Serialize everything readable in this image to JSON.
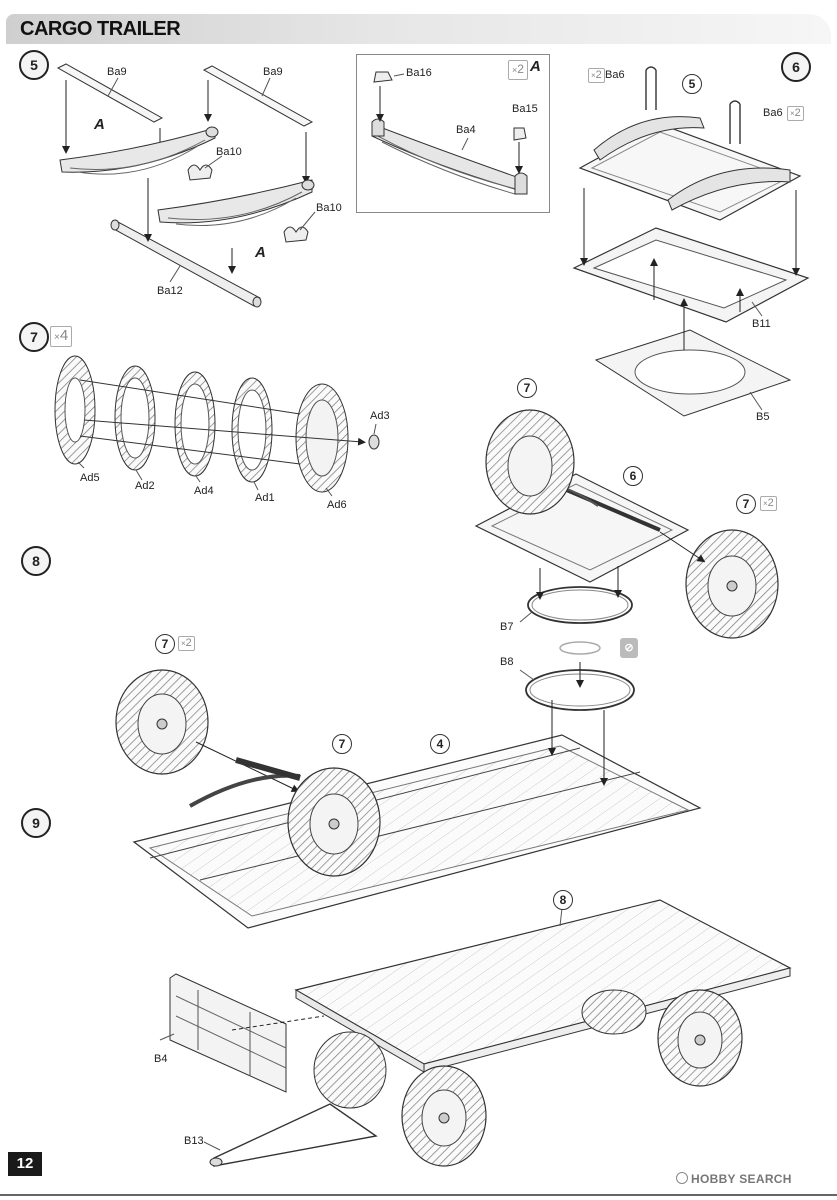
{
  "header": {
    "title": "CARGO TRAILER"
  },
  "page_number": "12",
  "watermark": "HOBBY SEARCH",
  "steps": [
    "5",
    "6",
    "7",
    "8",
    "9"
  ],
  "step7_qty": "4",
  "inset": {
    "qty": "2",
    "letter": "A"
  },
  "labels": {
    "ba9_left": "Ba9",
    "ba9_right": "Ba9",
    "ba10_top": "Ba10",
    "ba10_bottom": "Ba10",
    "ba12": "Ba12",
    "a_left": "A",
    "a_right": "A",
    "ba16": "Ba16",
    "ba15": "Ba15",
    "ba4": "Ba4",
    "ba6_left": "Ba6",
    "ba6_right": "Ba6",
    "b11": "B11",
    "b5": "B5",
    "ad5": "Ad5",
    "ad2": "Ad2",
    "ad4": "Ad4",
    "ad1": "Ad1",
    "ad6": "Ad6",
    "ad3": "Ad3",
    "b7": "B7",
    "b8": "B8",
    "b4": "B4",
    "b13": "B13"
  },
  "callouts": {
    "c5_step6": "5",
    "c7_step8_top": "7",
    "c6_step8": "6",
    "c7_step8_right": "7",
    "c7_step9_left": "7",
    "c7_step9_mid": "7",
    "c4_step9": "4",
    "c8_final": "8"
  },
  "multipliers": {
    "ba6_left": "2",
    "ba6_right": "2",
    "wheel_right": "2",
    "wheel_left": "2"
  },
  "icons": [
    "glue-warning-icon",
    "multiplier-icon"
  ]
}
